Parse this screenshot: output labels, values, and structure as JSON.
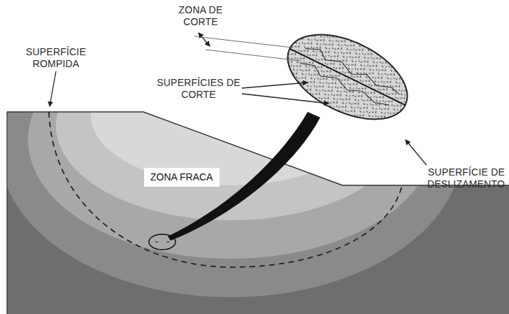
{
  "diagram": {
    "nodes": [
      {
        "text": [
          "ZONA FRACA"
        ]
      }
    ],
    "labels": [
      "ZONA DE CORTE",
      "SUPERFÍCIE ROMPIDA",
      "SUPERFÍCIES DE CORTE",
      "SUPERFÍCIE DE DESLIZAMENTO"
    ]
  }
}
